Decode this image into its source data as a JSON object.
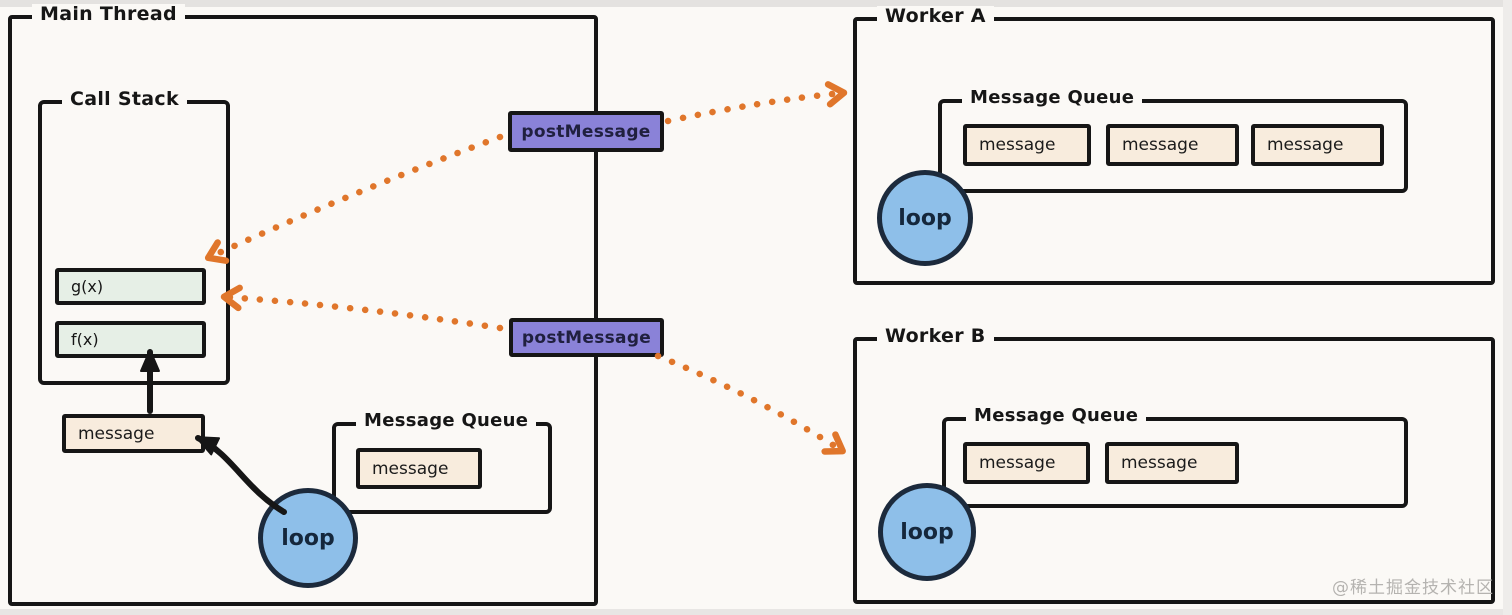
{
  "diagram": {
    "main_thread": {
      "title": "Main Thread",
      "call_stack": {
        "title": "Call Stack",
        "frames": [
          "g(x)",
          "f(x)"
        ]
      },
      "message_box": "message",
      "message_queue": {
        "title": "Message Queue",
        "messages": [
          "message"
        ]
      },
      "loop_label": "loop"
    },
    "post_message_top": "postMessage",
    "post_message_bottom": "postMessage",
    "worker_a": {
      "title": "Worker A",
      "message_queue": {
        "title": "Message Queue",
        "messages": [
          "message",
          "message",
          "message"
        ]
      },
      "loop_label": "loop"
    },
    "worker_b": {
      "title": "Worker B",
      "message_queue": {
        "title": "Message Queue",
        "messages": [
          "message",
          "message"
        ]
      },
      "loop_label": "loop"
    },
    "watermark": "@稀土掘金技术社区",
    "colors": {
      "accent_orange": "#e0762b",
      "post_message_purple": "#8a82d8",
      "message_peach": "#f8ecdd",
      "frame_mint": "#e6efe6",
      "loop_blue": "#8ebfe9",
      "line_black": "#161616"
    }
  }
}
